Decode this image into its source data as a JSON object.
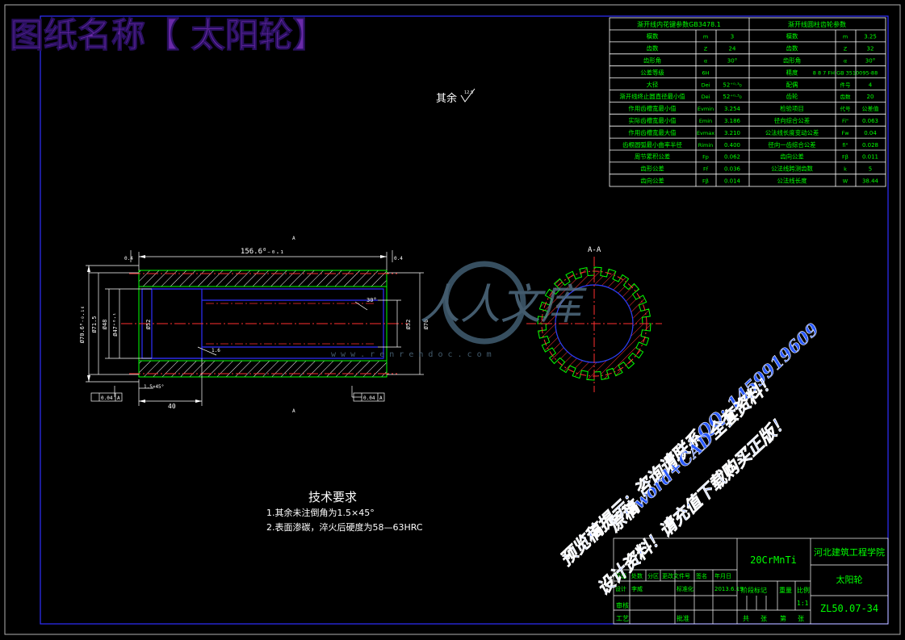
{
  "title": "图纸名称【 太阳轮】",
  "spline_table": {
    "header_left": "渐开线内花键参数GB3478.1",
    "header_right": "渐开线圆柱齿轮参数",
    "rows_left": [
      [
        "模数",
        "m",
        "3"
      ],
      [
        "齿数",
        "Z",
        "24"
      ],
      [
        "齿形角",
        "α",
        "30°"
      ],
      [
        "公差等级",
        "6H",
        ""
      ],
      [
        "大径",
        "Dei",
        "52⁺⁰·³₀"
      ],
      [
        "渐开线终止圆直径最小值",
        "Dei",
        "52⁺⁰·³₀"
      ],
      [
        "作用齿槽宽最小值",
        "Evmin",
        "3.254"
      ],
      [
        "实际齿槽宽最小值",
        "Emin",
        "3.186"
      ],
      [
        "作用齿槽宽最大值",
        "Evmax",
        "3.210"
      ],
      [
        "齿根圆弧最小曲率半径",
        "Rimin",
        "0.400"
      ],
      [
        "周节累积公差",
        "Fp",
        "0.062"
      ],
      [
        "齿形公差",
        "Ff",
        "0.036"
      ],
      [
        "齿向公差",
        "Fβ",
        "0.014"
      ]
    ],
    "rows_right": [
      [
        "模数",
        "m",
        "3.25"
      ],
      [
        "齿数",
        "Z",
        "32"
      ],
      [
        "齿形角",
        "α",
        "30°"
      ],
      [
        "精度",
        "8 8 7 FH GB 3510095-88",
        ""
      ],
      [
        "配偶",
        "件号",
        "4"
      ],
      [
        "齿轮",
        "齿数",
        "20"
      ],
      [
        "检验项目",
        "代号",
        "公差值"
      ],
      [
        "径向综合公差",
        "Fi\"",
        "0.063"
      ],
      [
        "公法线长度变动公差",
        "Fw",
        "0.04"
      ],
      [
        "径向一齿综合公差",
        "fi\"",
        "0.028"
      ],
      [
        "齿向公差",
        "Fβ",
        "0.011"
      ],
      [
        "公法线跨测齿数",
        "k",
        "5"
      ],
      [
        "公法线长度",
        "W",
        "38.44"
      ]
    ]
  },
  "roughness_note": "其余",
  "roughness_value": "12.5",
  "section_label": "A-A",
  "cut_marker": "A",
  "dims": {
    "length": "156.6⁰₋₀.₁",
    "d_outer": "Ø70.6⁰₋₀.₁₆",
    "d_71": "Ø71.5",
    "d_48": "Ø48",
    "d_47": "Ø47⁺⁰·¹",
    "d_52": "Ø52",
    "d_52b": "Ø52",
    "d_70": "Ø70",
    "angle30": "30°",
    "chamfer": "1.5×45°",
    "len40": "40",
    "runout_left": "0.04",
    "runout_right": "0.04",
    "datum": "A",
    "r_small": "1.6",
    "c_small": "0.4"
  },
  "tech_req": {
    "title": "技术要求",
    "items": [
      "1.其余未注倒角为1.5×45°",
      "2.表面渗碳，淬火后硬度为58—63HRC"
    ]
  },
  "title_block": {
    "material": "20CrMnTi",
    "school": "河北建筑工程学院",
    "part_name": "太阳轮",
    "drawing_no": "ZL50.07-34",
    "labels": [
      "标记",
      "处数",
      "分区",
      "更改文件号",
      "签名",
      "年月日"
    ],
    "row2": [
      "设计",
      "李威",
      "",
      "标准化",
      "",
      "2013.6.19"
    ],
    "stage_label": "阶段标记",
    "weight_label": "重量",
    "scale_label": "比例",
    "scale": "1:1",
    "review": "审核",
    "process": "工艺",
    "approve": "批准",
    "sheet": [
      "共",
      "张",
      "第",
      "张"
    ]
  },
  "watermark": {
    "logo_text": "人人文库",
    "site": "w w w . r e n r e n d o c . c o m",
    "line1": "预览稿提示：咨询请联系QQ: 1459919609",
    "line2": "原稿word+CAD全套资料！",
    "line3": "设计资料！请充值下载购买正版！"
  }
}
